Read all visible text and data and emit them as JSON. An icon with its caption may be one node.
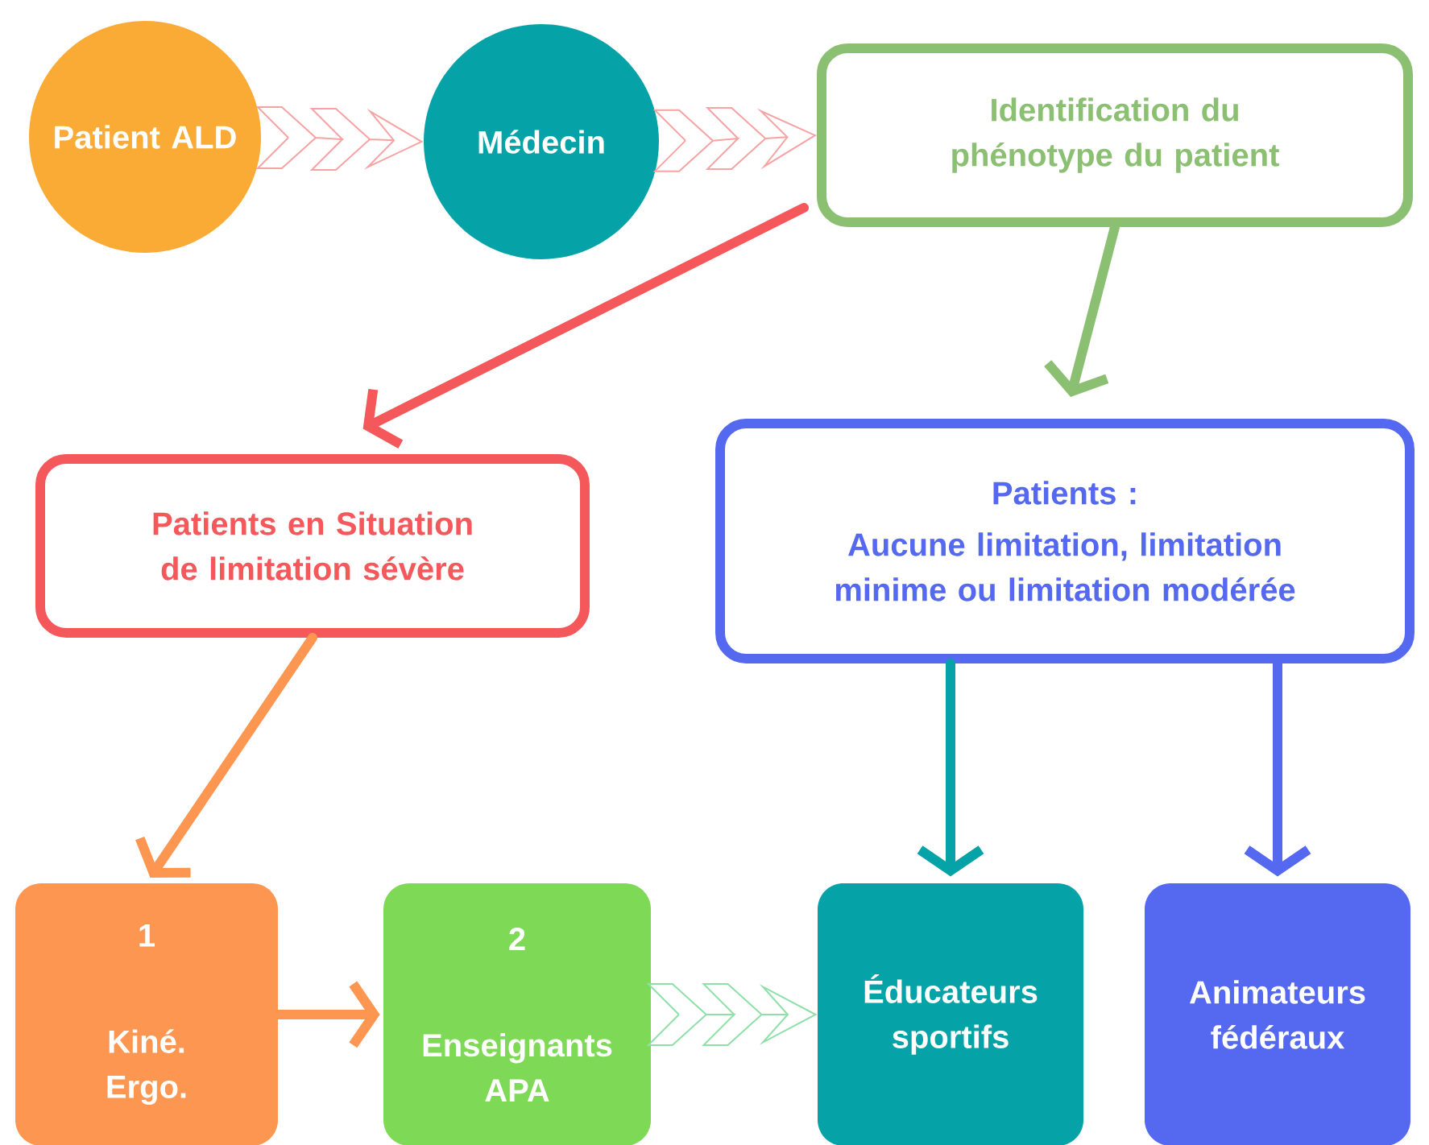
{
  "diagram": {
    "nodes": [
      {
        "text": [
          "Patient ALD"
        ]
      },
      {
        "text": [
          "Médecin"
        ]
      },
      {
        "text": [
          "Identification du phénotype du patient"
        ]
      },
      {
        "text": [
          "Patients en Situation de limitation sévère"
        ]
      },
      {
        "text": [
          "Patients :",
          "Aucune limitation, limitation minime ou limitation modérée"
        ]
      },
      {
        "text": [
          "1",
          "Kiné. Ergo."
        ]
      },
      {
        "text": [
          "2",
          "Enseignants APA"
        ]
      },
      {
        "text": [
          "Éducateurs sportifs"
        ]
      },
      {
        "text": [
          "Animateurs fédéraux"
        ]
      }
    ],
    "edges": [
      {
        "from": 0,
        "to": 1,
        "arrow": "to",
        "color": "#f7a3a3"
      },
      {
        "from": 1,
        "to": 2,
        "arrow": "to",
        "color": "#f7a3a3"
      },
      {
        "from": 2,
        "to": 3,
        "arrow": "to",
        "color": "#f5585a"
      },
      {
        "from": 2,
        "to": 4,
        "arrow": "to",
        "color": "#8bbf72"
      },
      {
        "from": 3,
        "to": 5,
        "arrow": "to",
        "color": "#fd9650"
      },
      {
        "from": 5,
        "to": 6,
        "arrow": "to",
        "color": "#fd9650"
      },
      {
        "from": 6,
        "to": 7,
        "arrow": "to",
        "color": "#8fe0a8"
      },
      {
        "from": 4,
        "to": 7,
        "arrow": "to",
        "color": "#05a3a8"
      },
      {
        "from": 4,
        "to": 8,
        "arrow": "to",
        "color": "#5468f0"
      }
    ]
  }
}
